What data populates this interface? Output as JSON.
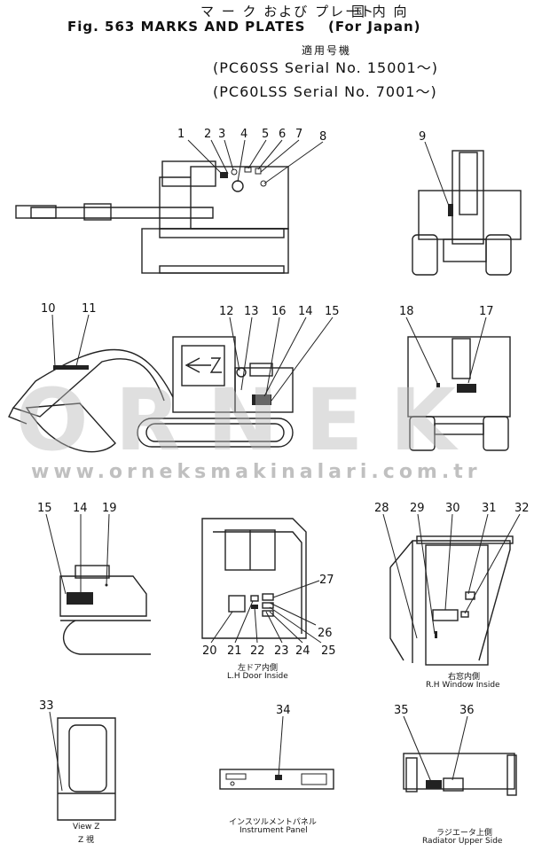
{
  "header": {
    "jp_title": "マ ー ク および プレート",
    "jp_dest": "国 内 向",
    "fig_title": "Fig. 563 MARKS AND PLATES",
    "dest": "(For Japan)",
    "applicable_jp": "適用号機",
    "serial_1": "(PC60SS  Serial No. 15001～)",
    "serial_2": "(PC60LSS Serial No. 7001～)"
  },
  "watermark": {
    "text": "ORNEK",
    "url": "www.orneksmakinalari.com.tr"
  },
  "callouts": [
    "1",
    "2",
    "3",
    "4",
    "5",
    "6",
    "7",
    "8",
    "9",
    "10",
    "11",
    "12",
    "13",
    "14",
    "15",
    "16",
    "17",
    "18",
    "15",
    "14",
    "19",
    "20",
    "21",
    "22",
    "23",
    "24",
    "25",
    "26",
    "27",
    "28",
    "29",
    "30",
    "31",
    "32",
    "33",
    "34",
    "35",
    "36"
  ],
  "captions": {
    "lh_door_jp": "左ドア内側",
    "lh_door": "L.H Door Inside",
    "rh_window_jp": "右窓内側",
    "rh_window": "R.H Window Inside",
    "view_z": "View Z",
    "view_z_jp": "Z 視",
    "panel_jp": "インスツルメントパネル",
    "panel": "Instrument Panel",
    "radiator_jp": "ラジエータ上側",
    "radiator": "Radiator Upper Side"
  }
}
